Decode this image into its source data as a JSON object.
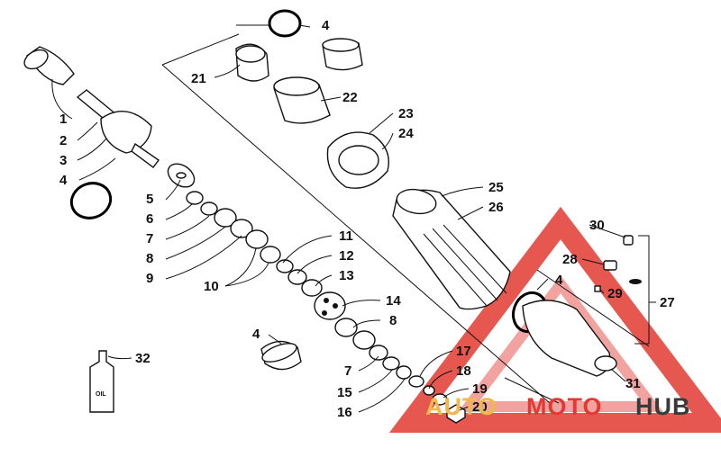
{
  "diagram": {
    "callouts": [
      {
        "id": "c1",
        "label": "1"
      },
      {
        "id": "c2",
        "label": "2"
      },
      {
        "id": "c3",
        "label": "3"
      },
      {
        "id": "c4a",
        "label": "4"
      },
      {
        "id": "c4b",
        "label": "4"
      },
      {
        "id": "c4c",
        "label": "4"
      },
      {
        "id": "c4d",
        "label": "4"
      },
      {
        "id": "c5",
        "label": "5"
      },
      {
        "id": "c6",
        "label": "6"
      },
      {
        "id": "c7a",
        "label": "7"
      },
      {
        "id": "c7b",
        "label": "7"
      },
      {
        "id": "c8a",
        "label": "8"
      },
      {
        "id": "c8b",
        "label": "8"
      },
      {
        "id": "c9",
        "label": "9"
      },
      {
        "id": "c10",
        "label": "10"
      },
      {
        "id": "c11",
        "label": "11"
      },
      {
        "id": "c12",
        "label": "12"
      },
      {
        "id": "c13",
        "label": "13"
      },
      {
        "id": "c14",
        "label": "14"
      },
      {
        "id": "c15",
        "label": "15"
      },
      {
        "id": "c16",
        "label": "16"
      },
      {
        "id": "c17",
        "label": "17"
      },
      {
        "id": "c18",
        "label": "18"
      },
      {
        "id": "c19",
        "label": "19"
      },
      {
        "id": "c20",
        "label": "20"
      },
      {
        "id": "c21",
        "label": "21"
      },
      {
        "id": "c22",
        "label": "22"
      },
      {
        "id": "c23",
        "label": "23"
      },
      {
        "id": "c24",
        "label": "24"
      },
      {
        "id": "c25",
        "label": "25"
      },
      {
        "id": "c26",
        "label": "26"
      },
      {
        "id": "c27",
        "label": "27"
      },
      {
        "id": "c28",
        "label": "28"
      },
      {
        "id": "c29",
        "label": "29"
      },
      {
        "id": "c30",
        "label": "30"
      },
      {
        "id": "c31",
        "label": "31"
      },
      {
        "id": "c32",
        "label": "32"
      }
    ],
    "oil_bottle_label": "OIL"
  },
  "watermark": {
    "part1": "AUTO",
    "part2": "MOTO",
    "part3": "HUB",
    "colors": {
      "auto": "#f4b84a",
      "moto": "#e23a32",
      "hub": "#3a3a3a",
      "triangle": "#e23a32"
    }
  }
}
